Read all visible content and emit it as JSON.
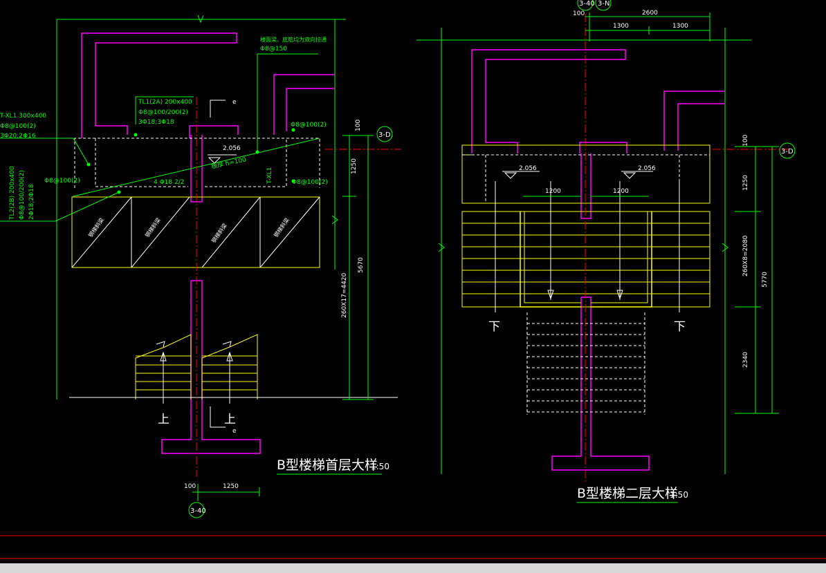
{
  "view_a": {
    "title": "B型楼梯首层大样",
    "scale": "1:50",
    "axis_top": "3-D",
    "axis_bottom": "3-40",
    "up_label_1": "上",
    "up_label_2": "上",
    "section_mark": "e",
    "section_mark_2": "e",
    "beam_txl1": "T-XL1  300x400",
    "beam_txl1_r1": "Φ8@100(2)",
    "beam_txl1_r2": "3Φ20;2Φ16",
    "beam_tl1": "TL1(2A)  200x400",
    "beam_tl1_r1": "Φ8@100/200(2)",
    "beam_tl1_r2": "3Φ18;3Φ18",
    "beam_tl2": "TL2(2B)  200x400",
    "beam_tl2_r1": "Φ8@100/200(2)",
    "beam_tl2_r2": "2Φ18;2Φ18",
    "note_top": "楼面梁、底筋均为双向拉通",
    "note_top_r": "Φ8@150",
    "rebar_r1": "Φ8@100(2)",
    "rebar_r2": "Φ8@100(2)",
    "rebar_left": "Φ8@100(2)",
    "bar_mid": "4 Φ18  2/2",
    "slab": "板厚 h=100",
    "level": "2.056",
    "txl1_v": "T-XL1",
    "steel_stair": "钢梯斜梁",
    "dim_100_top": "100",
    "dim_1250": "1250",
    "dim_260x17": "260X17=4420",
    "dim_5670": "5670",
    "dim_100_bot": "100",
    "dim_1250_bot": "1250"
  },
  "view_b": {
    "title": "B型楼梯二层大样",
    "scale": "1:50",
    "axis_top_1": "3-40",
    "axis_top_2": "3-N",
    "axis_right": "3-D",
    "down_label_1": "下",
    "down_label_2": "下",
    "dim_100": "100",
    "dim_2600": "2600",
    "dim_1300_a": "1300",
    "dim_1300_b": "1300",
    "level_1": "2.056",
    "level_2": "2.056",
    "dim_1200_a": "1200",
    "dim_1200_b": "1200",
    "dim_100_r": "100",
    "dim_1250_r": "1250",
    "dim_260x8": "260X8=2080",
    "dim_2340": "2340",
    "dim_5770": "5770"
  },
  "colors": {
    "background": "#000000",
    "wall": "#ff00ff",
    "dim": "#00ff00",
    "stair": "#ffff00",
    "axis": "#ff0000",
    "text": "#ffffff"
  }
}
